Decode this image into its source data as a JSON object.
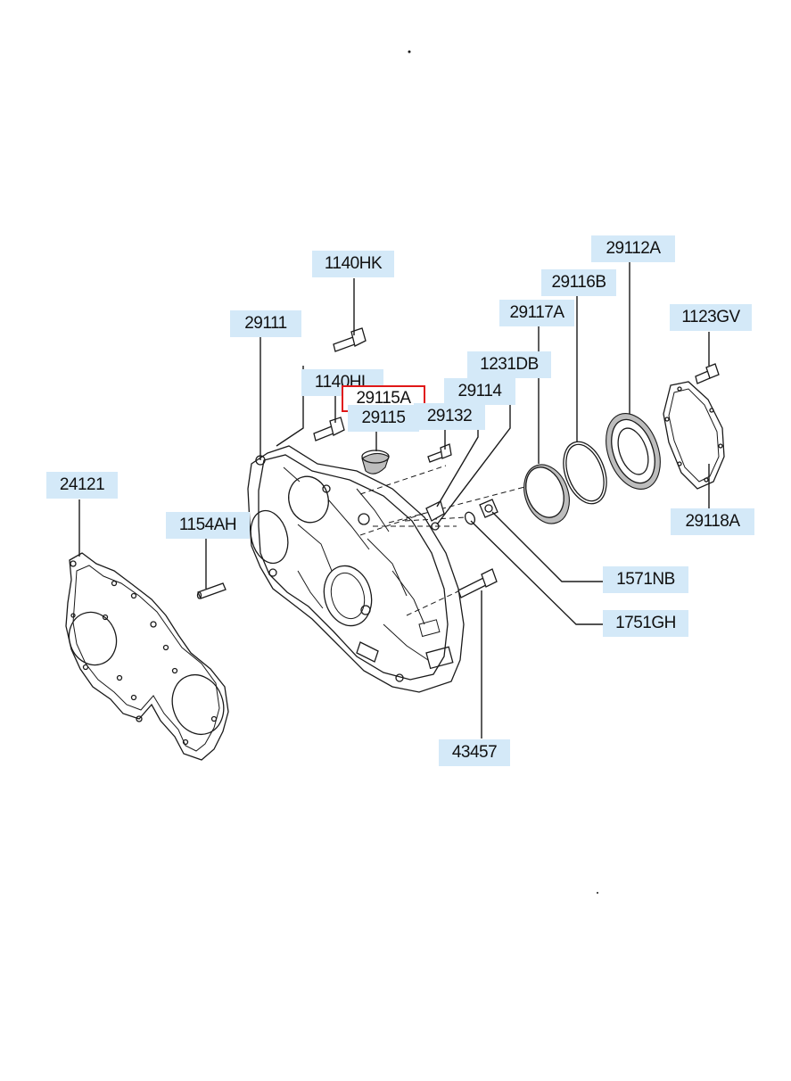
{
  "diagram": {
    "callouts": [
      {
        "id": "c1140hk",
        "label": "1140HK"
      },
      {
        "id": "c29111",
        "label": "29111"
      },
      {
        "id": "c1140hl",
        "label": "1140HL"
      },
      {
        "id": "c29115a",
        "label": "29115A",
        "highlighted": true
      },
      {
        "id": "c29115",
        "label": "29115"
      },
      {
        "id": "c29132",
        "label": "29132"
      },
      {
        "id": "c29114",
        "label": "29114"
      },
      {
        "id": "c1231db",
        "label": "1231DB"
      },
      {
        "id": "c29117a",
        "label": "29117A"
      },
      {
        "id": "c29116b",
        "label": "29116B"
      },
      {
        "id": "c29112a",
        "label": "29112A"
      },
      {
        "id": "c1123gv",
        "label": "1123GV"
      },
      {
        "id": "c24121",
        "label": "24121"
      },
      {
        "id": "c1154ah",
        "label": "1154AH"
      },
      {
        "id": "c1571nb",
        "label": "1571NB"
      },
      {
        "id": "c1751gh",
        "label": "1751GH"
      },
      {
        "id": "c29118a",
        "label": "29118A"
      },
      {
        "id": "c43457",
        "label": "43457"
      }
    ],
    "highlight_color": "#e01818",
    "label_background": "#d4e9f8"
  }
}
